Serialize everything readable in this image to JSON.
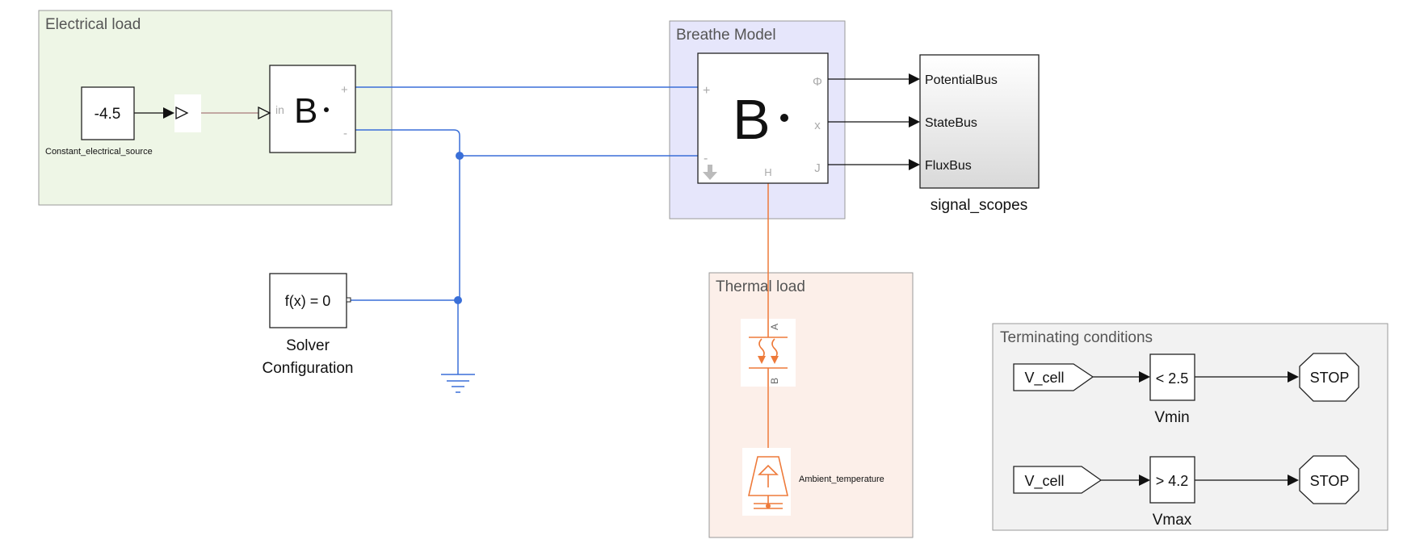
{
  "areas": {
    "electrical": {
      "title": "Electrical load",
      "fill": "#eef6e6"
    },
    "breathe": {
      "title": "Breathe Model",
      "fill": "#e6e6fb"
    },
    "thermal": {
      "title": "Thermal load",
      "fill": "#fcefe9"
    },
    "terminating": {
      "title": "Terminating conditions",
      "fill": "#f2f2f2"
    }
  },
  "blocks": {
    "constant": {
      "value": "-4.5",
      "label": "Constant_electrical_source"
    },
    "source_block": {
      "glyph": "B",
      "port_in": "in",
      "port_plus": "+",
      "port_minus": "-"
    },
    "battery": {
      "glyph": "B",
      "port_plus": "+",
      "port_minus": "-",
      "port_phi": "Φ",
      "port_x": "x",
      "port_j": "J",
      "port_h": "H"
    },
    "solver": {
      "value": "f(x) = 0",
      "label_line1": "Solver",
      "label_line2": "Configuration"
    },
    "signal_scopes": {
      "label": "signal_scopes",
      "ports": [
        "PotentialBus",
        "StateBus",
        "FluxBus"
      ]
    },
    "thermal_element": {
      "port_a": "A",
      "port_b": "B"
    },
    "ambient": {
      "label": "Ambient_temperature"
    },
    "vmin": {
      "from_tag": "V_cell",
      "compare": "< 2.5",
      "label": "Vmin",
      "stop": "STOP"
    },
    "vmax": {
      "from_tag": "V_cell",
      "compare": "> 4.2",
      "label": "Vmax",
      "stop": "STOP"
    }
  },
  "colors": {
    "electrical_line": "#3a6fd8",
    "thermal_line": "#ee7a3a",
    "signal_line": "#111111",
    "physical_signal_line": "#a87a7a"
  }
}
